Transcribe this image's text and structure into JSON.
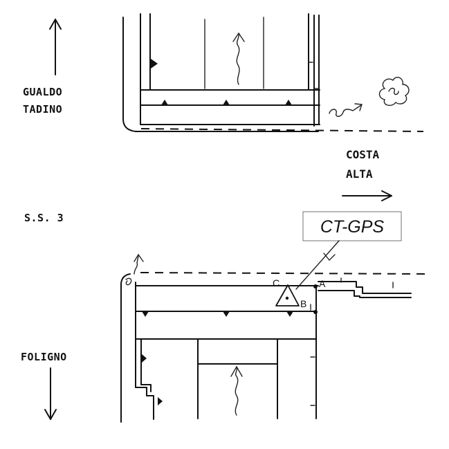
{
  "labels": {
    "north_town": [
      "GUALDO",
      "TADINO"
    ],
    "east_place": [
      "COSTA",
      "ALTA"
    ],
    "road": "S.S. 3",
    "south_town": "FOLIGNO",
    "station_box": "CT-GPS",
    "point_a": "A",
    "point_b": "B",
    "point_c": "C"
  },
  "colors": {
    "ink": "#111111",
    "paper": "#ffffff",
    "box_border": "#888888"
  },
  "icons": [
    "arrow-up-icon",
    "arrow-down-icon",
    "arrow-right-icon",
    "wavy-arrow-icon",
    "tree-icon",
    "gps-triangle-icon"
  ]
}
